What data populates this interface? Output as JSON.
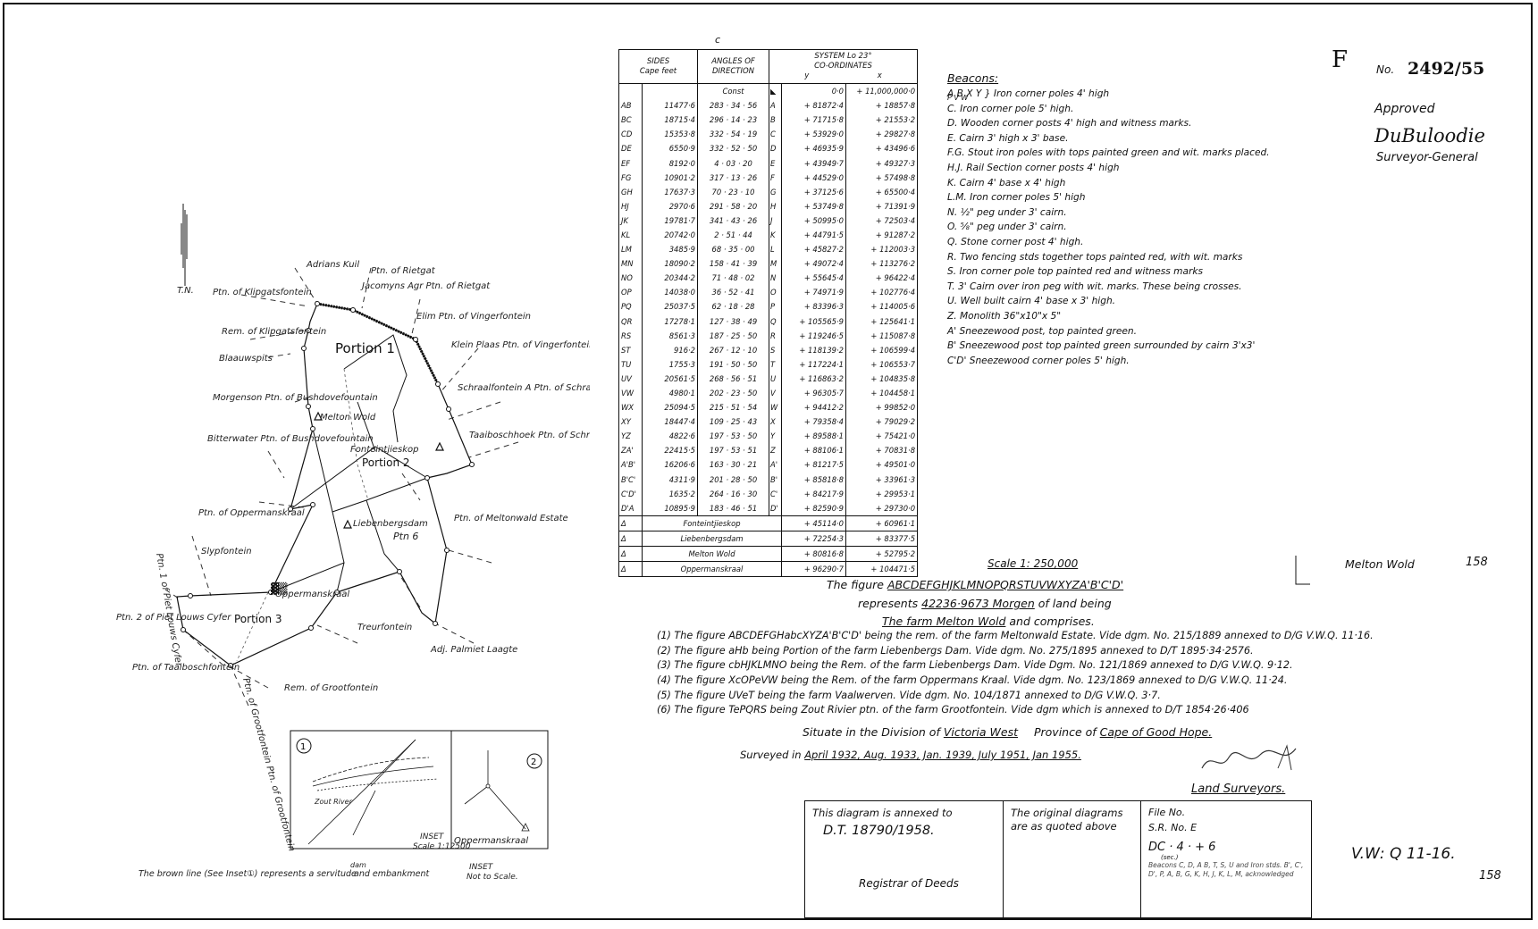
{
  "sheet": {
    "letter": "F",
    "number_prefix": "No.",
    "number": "2492/55",
    "approved": "Approved",
    "signature": "DuBuloodie",
    "surveyor_general": "Surveyor-General",
    "table_letter": "c"
  },
  "table": {
    "headers": {
      "sides": "SIDES",
      "sides_unit": "Cape feet",
      "angles": "ANGLES OF",
      "angles_unit": "DIRECTION",
      "system": "SYSTEM  Lo 23°",
      "coordinates": "CO-ORDINATES",
      "y": "y",
      "x": "x"
    },
    "const": {
      "label": "Const",
      "y": "0·0",
      "x": "+ 11,000,000·0"
    },
    "rows": [
      {
        "side": "AB",
        "length": "11477·6",
        "angle": "283 · 34 · 56",
        "pt": "A",
        "y": "+ 81872·4",
        "x": "+ 18857·8"
      },
      {
        "side": "BC",
        "length": "18715·4",
        "angle": "296 · 14 · 23",
        "pt": "B",
        "y": "+ 71715·8",
        "x": "+ 21553·2"
      },
      {
        "side": "CD",
        "length": "15353·8",
        "angle": "332 · 54 · 19",
        "pt": "C",
        "y": "+ 53929·0",
        "x": "+ 29827·8"
      },
      {
        "side": "DE",
        "length": "6550·9",
        "angle": "332 · 52 · 50",
        "pt": "D",
        "y": "+ 46935·9",
        "x": "+ 43496·6"
      },
      {
        "side": "EF",
        "length": "8192·0",
        "angle": "4 · 03 · 20",
        "pt": "E",
        "y": "+ 43949·7",
        "x": "+ 49327·3"
      },
      {
        "side": "FG",
        "length": "10901·2",
        "angle": "317 · 13 · 26",
        "pt": "F",
        "y": "+ 44529·0",
        "x": "+ 57498·8"
      },
      {
        "side": "GH",
        "length": "17637·3",
        "angle": "70 · 23 · 10",
        "pt": "G",
        "y": "+ 37125·6",
        "x": "+ 65500·4"
      },
      {
        "side": "HJ",
        "length": "2970·6",
        "angle": "291 · 58 · 20",
        "pt": "H",
        "y": "+ 53749·8",
        "x": "+ 71391·9"
      },
      {
        "side": "JK",
        "length": "19781·7",
        "angle": "341 · 43 · 26",
        "pt": "J",
        "y": "+ 50995·0",
        "x": "+ 72503·4"
      },
      {
        "side": "KL",
        "length": "20742·0",
        "angle": "2 · 51 · 44",
        "pt": "K",
        "y": "+ 44791·5",
        "x": "+ 91287·2"
      },
      {
        "side": "LM",
        "length": "3485·9",
        "angle": "68 · 35 · 00",
        "pt": "L",
        "y": "+ 45827·2",
        "x": "+ 112003·3"
      },
      {
        "side": "MN",
        "length": "18090·2",
        "angle": "158 · 41 · 39",
        "pt": "M",
        "y": "+ 49072·4",
        "x": "+ 113276·2"
      },
      {
        "side": "NO",
        "length": "20344·2",
        "angle": "71 · 48 · 02",
        "pt": "N",
        "y": "+ 55645·4",
        "x": "+ 96422·4"
      },
      {
        "side": "OP",
        "length": "14038·0",
        "angle": "36 · 52 · 41",
        "pt": "O",
        "y": "+ 74971·9",
        "x": "+ 102776·4"
      },
      {
        "side": "PQ",
        "length": "25037·5",
        "angle": "62 · 18 · 28",
        "pt": "P",
        "y": "+ 83396·3",
        "x": "+ 114005·6"
      },
      {
        "side": "QR",
        "length": "17278·1",
        "angle": "127 · 38 · 49",
        "pt": "Q",
        "y": "+ 105565·9",
        "x": "+ 125641·1"
      },
      {
        "side": "RS",
        "length": "8561·3",
        "angle": "187 · 25 · 50",
        "pt": "R",
        "y": "+ 119246·5",
        "x": "+ 115087·8"
      },
      {
        "side": "ST",
        "length": "916·2",
        "angle": "267 · 12 · 10",
        "pt": "S",
        "y": "+ 118139·2",
        "x": "+ 106599·4"
      },
      {
        "side": "TU",
        "length": "1755·3",
        "angle": "191 · 50 · 50",
        "pt": "T",
        "y": "+ 117224·1",
        "x": "+ 106553·7"
      },
      {
        "side": "UV",
        "length": "20561·5",
        "angle": "268 · 56 · 51",
        "pt": "U",
        "y": "+ 116863·2",
        "x": "+ 104835·8"
      },
      {
        "side": "VW",
        "length": "4980·1",
        "angle": "202 · 23 · 50",
        "pt": "V",
        "y": "+ 96305·7",
        "x": "+ 104458·1"
      },
      {
        "side": "WX",
        "length": "25094·5",
        "angle": "215 · 51 · 54",
        "pt": "W",
        "y": "+ 94412·2",
        "x": "+ 99852·0"
      },
      {
        "side": "XY",
        "length": "18447·4",
        "angle": "109 · 25 · 43",
        "pt": "X",
        "y": "+ 79358·4",
        "x": "+ 79029·2"
      },
      {
        "side": "YZ",
        "length": "4822·6",
        "angle": "197 · 53 · 50",
        "pt": "Y",
        "y": "+ 89588·1",
        "x": "+ 75421·0"
      },
      {
        "side": "ZA'",
        "length": "22415·5",
        "angle": "197 · 53 · 51",
        "pt": "Z",
        "y": "+ 88106·1",
        "x": "+ 70831·8"
      },
      {
        "side": "A'B'",
        "length": "16206·6",
        "angle": "163 · 30 · 21",
        "pt": "A'",
        "y": "+ 81217·5",
        "x": "+ 49501·0"
      },
      {
        "side": "B'C'",
        "length": "4311·9",
        "angle": "201 · 28 · 50",
        "pt": "B'",
        "y": "+ 85818·8",
        "x": "+ 33961·3"
      },
      {
        "side": "C'D'",
        "length": "1635·2",
        "angle": "264 · 16 · 30",
        "pt": "C'",
        "y": "+ 84217·9",
        "x": "+ 29953·1"
      },
      {
        "side": "D'A",
        "length": "10895·9",
        "angle": "183 · 46 · 51",
        "pt": "D'",
        "y": "+ 82590·9",
        "x": "+ 29730·0"
      }
    ],
    "trig": [
      {
        "sym": "Δ",
        "name": "Fonteintjieskop",
        "y": "+ 45114·0",
        "x": "+ 60961·1"
      },
      {
        "sym": "Δ",
        "name": "Liebenbergsdam",
        "y": "+ 72254·3",
        "x": "+ 83377·5"
      },
      {
        "sym": "Δ",
        "name": "Melton Wold",
        "y": "+ 80816·8",
        "x": "+ 52795·2"
      },
      {
        "sym": "Δ",
        "name": "Oppermanskraal",
        "y": "+ 96290·7",
        "x": "+ 104471·5"
      }
    ]
  },
  "beacons": {
    "heading": "Beacons:",
    "items": [
      "A B X Y } Iron corner poles 4' high",
      "P V W",
      "C.  Iron corner pole 5' high.",
      "D. Wooden corner posts 4' high and witness marks.",
      "E.  Cairn 3' high x 3' base.",
      "F.G. Stout iron poles with tops painted green and wit. marks placed.",
      "H.J. Rail Section corner posts 4' high",
      "K.   Cairn 4' base x 4' high",
      "L.M. Iron corner poles 5' high",
      "N.  ½\" peg under 3' cairn.",
      "O.  ⅝\" peg under 3' cairn.",
      "Q.  Stone corner post 4' high.",
      "R. Two fencing stds together tops painted red, with wit. marks",
      "S. Iron corner pole top painted red and witness marks",
      "T. 3' Cairn over iron peg with wit. marks. These being crosses.",
      "U.  Well built cairn 4' base x 3' high.",
      "Z.  Monolith 36\"x10\"x 5\"",
      "A' Sneezewood post, top painted green.",
      "B' Sneezewood post top painted green surrounded by cairn 3'x3'",
      "C'D' Sneezewood corner poles 5' high."
    ]
  },
  "description": {
    "scale": "Scale 1: 250,000",
    "figure_prefix": "The figure",
    "figure_letters": "ABCDEFGHJKLMNOPQRSTUVWXYZA'B'C'D'",
    "represents": "represents",
    "area": "42236·9673 Morgen",
    "of_land": "of land being",
    "farm": "The farm Melton Wold",
    "comprises": "and comprises.",
    "items": [
      "(1) The figure ABCDEFGHabcXYZA'B'C'D' being the rem. of the farm Meltonwald Estate. Vide dgm. No. 215/1889 annexed to D/G V.W.Q. 11·16.",
      "(2) The figure aHb being Portion of the farm Liebenbergs Dam. Vide dgm. No. 275/1895 annexed to D/T 1895·34·2576.",
      "(3) The figure cbHJKLMNO being the Rem. of the farm Liebenbergs Dam. Vide Dgm. No. 121/1869 annexed to D/G V.W.Q. 9·12.",
      "(4) The figure XcOPeVW being the Rem. of the farm Oppermans Kraal. Vide dgm. No. 123/1869 annexed to D/G V.W.Q. 11·24.",
      "(5) The figure UVeT being the farm Vaalwerven. Vide dgm. No. 104/1871 annexed to D/G V.W.Q. 3·7.",
      "(6) The figure TePQRS being Zout Rivier ptn. of the farm Grootfontein. Vide dgm which is annexed to D/T 1854·26·406"
    ],
    "situate_prefix": "Situate in the Division of",
    "division": "Victoria West",
    "province_prefix": "Province of",
    "province": "Cape of Good Hope.",
    "surveyed_prefix": "Surveyed in",
    "surveyed_dates": "April 1932, Aug. 1933, Jan. 1939, July 1951, Jan 1955.",
    "land_surveyors": "Land Surveyors."
  },
  "side_notes": {
    "farm_name": "Melton Wold",
    "page_a": "158",
    "ref": "V.W: Q 11-16.",
    "page_b": "158"
  },
  "registration": {
    "annexed": "This diagram is annexed to",
    "dt": "D.T.  18790/1958.",
    "registrar": "Registrar of Deeds",
    "original": "The original diagrams are as quoted above",
    "file_no": "File No.",
    "sr_no": "S.R. No. E",
    "dc": "DC · 4 · + 6",
    "dc_note": "(sec.)",
    "beacons_note": "Beacons C, D, A B, T, S, U and Iron stds. B', C', D', P, A, B, G, K, H, J, K, L, M, acknowledged"
  },
  "map": {
    "tn_label": "T.N.",
    "north_arrow_label": "T.N.",
    "portion1": "Portion 1",
    "portion2": "Portion 2",
    "portion3": "Portion 3",
    "ptn6": "Ptn 6",
    "labels": [
      "Adrians Kuil",
      "Ptn. of Rietgat",
      "Jacomyns Agr Ptn. of Rietgat",
      "Ptn. of Klipgatsfontein",
      "Rem. of Klipgatsfontein",
      "Elim Ptn. of Vingerfontein",
      "Klein Plaas Ptn. of Vingerfontein",
      "Blaauwspits",
      "Schraalfontein A Ptn. of Schraalfontein",
      "Morgenson Ptn. of Bushdovefountain",
      "Melton Wold",
      "Taaiboschhoek Ptn. of Schraalfontein",
      "Bitterwater Ptn. of Bushdovefountain",
      "Fonteintjieskop",
      "Ptn. of Oppermanskraal",
      "Ptn. of Meltonwald Estate",
      "Liebenbergsdam",
      "Ptn. 1 of Piet Louws Cyfer",
      "Slypfontein",
      "Oppermanskraal",
      "Ptn. 2 of Piet Louws Cyfer",
      "Treurfontein",
      "Ptn. of Taaiboschfontein",
      "Adj. Palmiet Laagte",
      "Rem. of Grootfontein",
      "Ptn. of Grootfontein Ptn. of Grootfontein"
    ],
    "inset1_no": "1",
    "inset1_title": "INSET",
    "inset1_scale": "Scale 1:12500",
    "inset2_no": "2",
    "inset2_title": "INSET",
    "inset2_scale": "Not to Scale.",
    "inset2_label": "Oppermanskraal",
    "inset1_labels": [
      "Zout River",
      "dam"
    ],
    "brown_line": "The brown line (See Inset①) represents a servitude",
    "brown_line_2": "and embankment"
  }
}
